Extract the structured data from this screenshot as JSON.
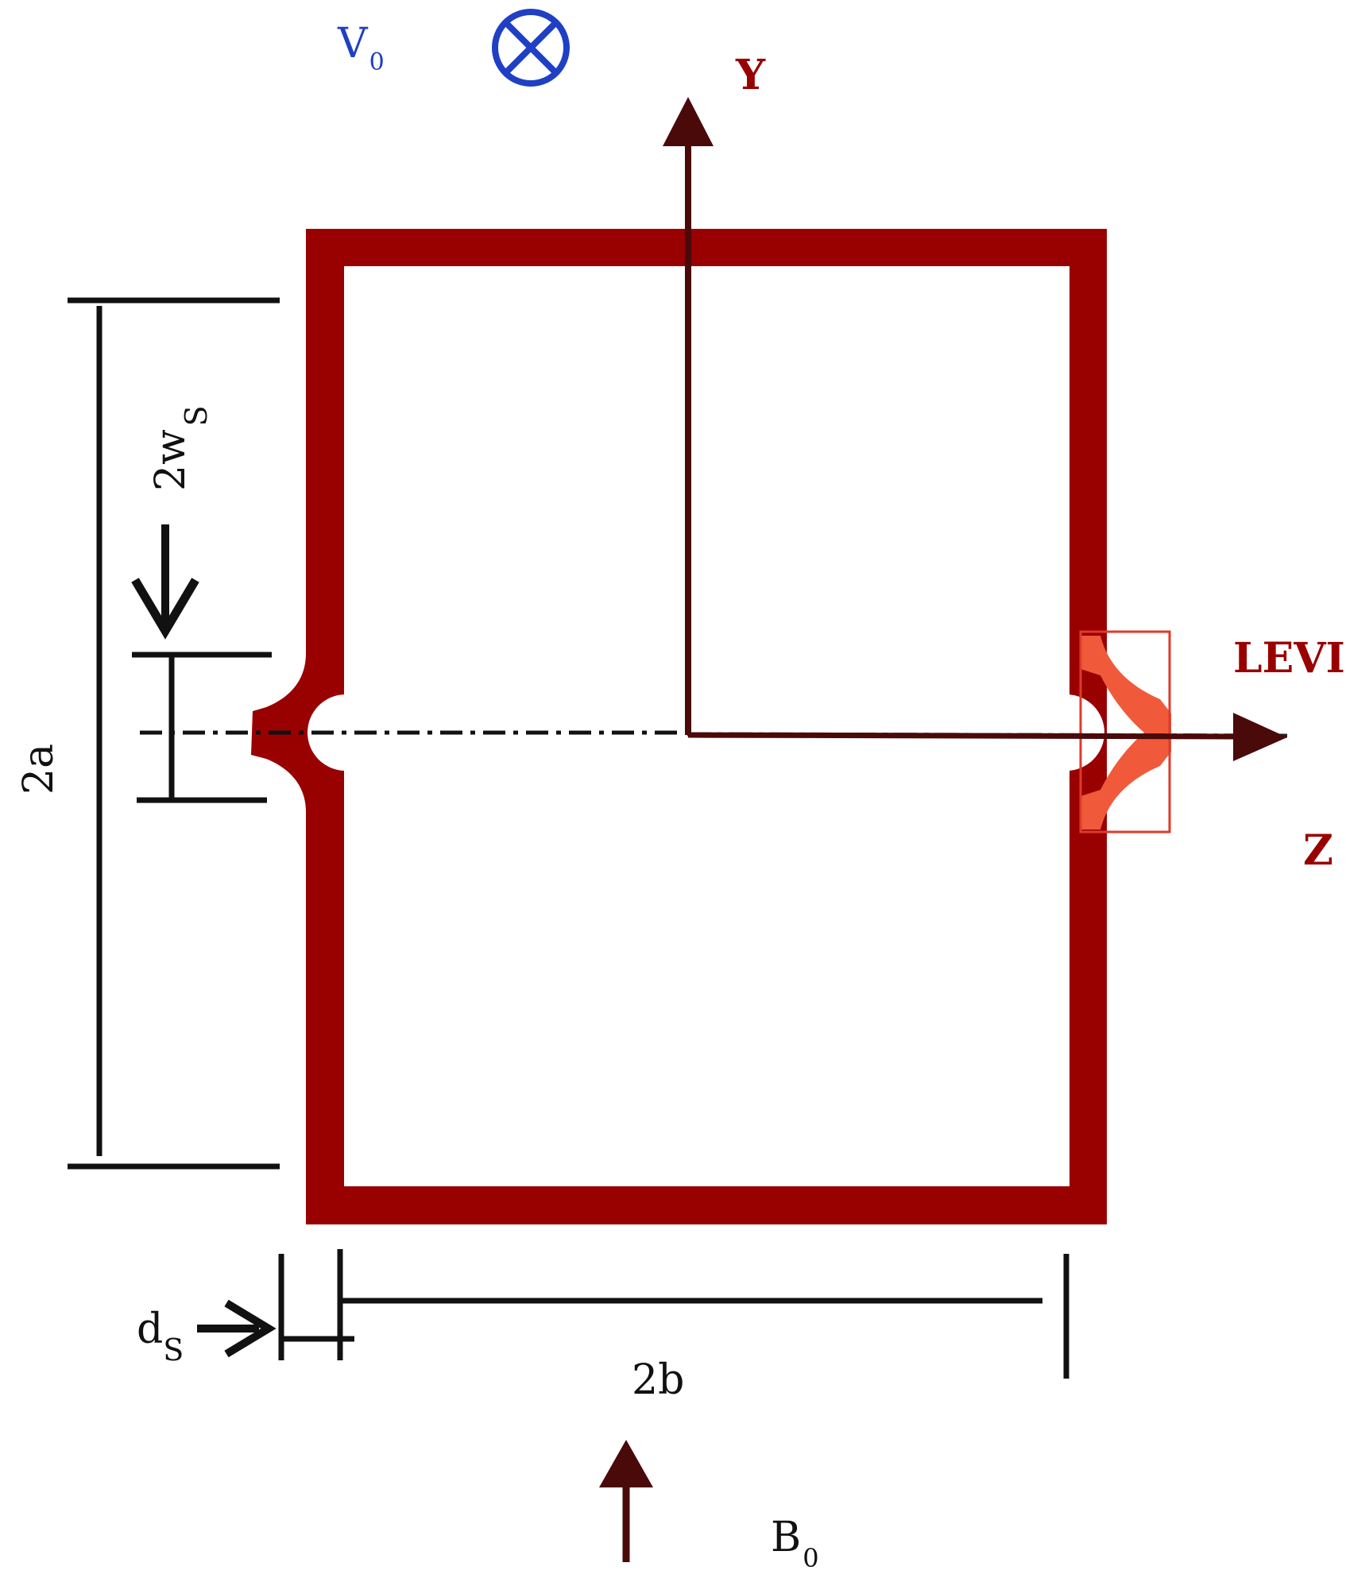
{
  "labels": {
    "v0_main": "V",
    "v0_sub": "0",
    "y_axis": "Y",
    "z_axis": "Z",
    "levi": "LEVI",
    "two_a": "2a",
    "two_ws_main": "2w",
    "two_ws_sub": "S",
    "ds_main": "d",
    "ds_sub": "S",
    "two_b": "2b",
    "b0_main": "B",
    "b0_sub": "0"
  },
  "colors": {
    "wall": "#990000",
    "axis": "#4a0a0a",
    "levi": "#f05a3a",
    "blue": "#1f3fc4",
    "dim": "#111111"
  },
  "icons": {
    "into_page": "circle-cross-icon"
  }
}
